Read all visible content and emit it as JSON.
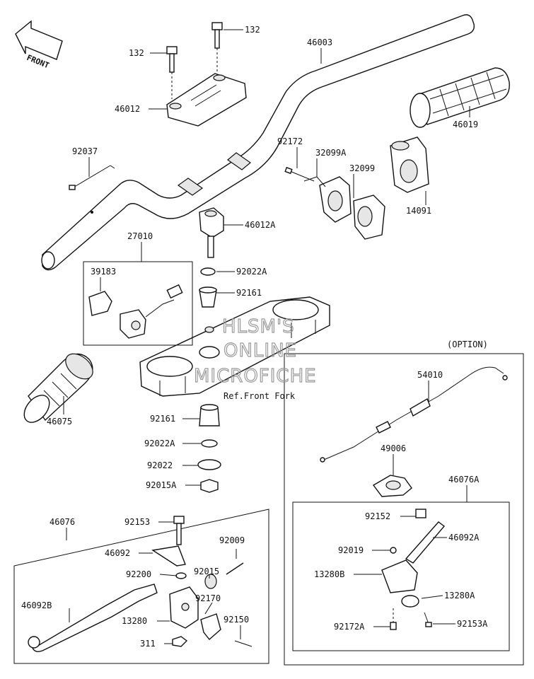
{
  "front_badge": "FRONT",
  "ref_note": "Ref.Front Fork",
  "option_label": "(OPTION)",
  "watermark": [
    "HLSM'S",
    "ONLINE",
    "MICROFICHE"
  ],
  "part_labels": {
    "p132a": "132",
    "p132b": "132",
    "p46003": "46003",
    "p46012": "46012",
    "p46019": "46019",
    "p92037": "92037",
    "p92172": "92172",
    "p32099a": "32099A",
    "p32099": "32099",
    "p14091": "14091",
    "p46012a": "46012A",
    "p27010": "27010",
    "p39183": "39183",
    "p92022a_top": "92022A",
    "p92161_top": "92161",
    "p46075": "46075",
    "p54010": "54010",
    "p92161_bot": "92161",
    "p92022a_bot": "92022A",
    "p92022": "92022",
    "p92015a": "92015A",
    "p49006": "49006",
    "p46076a": "46076A",
    "p46076": "46076",
    "p92153": "92153",
    "p92009": "92009",
    "p46092": "46092",
    "p92015": "92015",
    "p92200": "92200",
    "p92170": "92170",
    "p46092b": "46092B",
    "p13280": "13280",
    "p92150": "92150",
    "p311": "311",
    "p92152": "92152",
    "p46092a": "46092A",
    "p92019": "92019",
    "p13280b": "13280B",
    "p13280a": "13280A",
    "p92172a": "92172A",
    "p92153a": "92153A"
  }
}
